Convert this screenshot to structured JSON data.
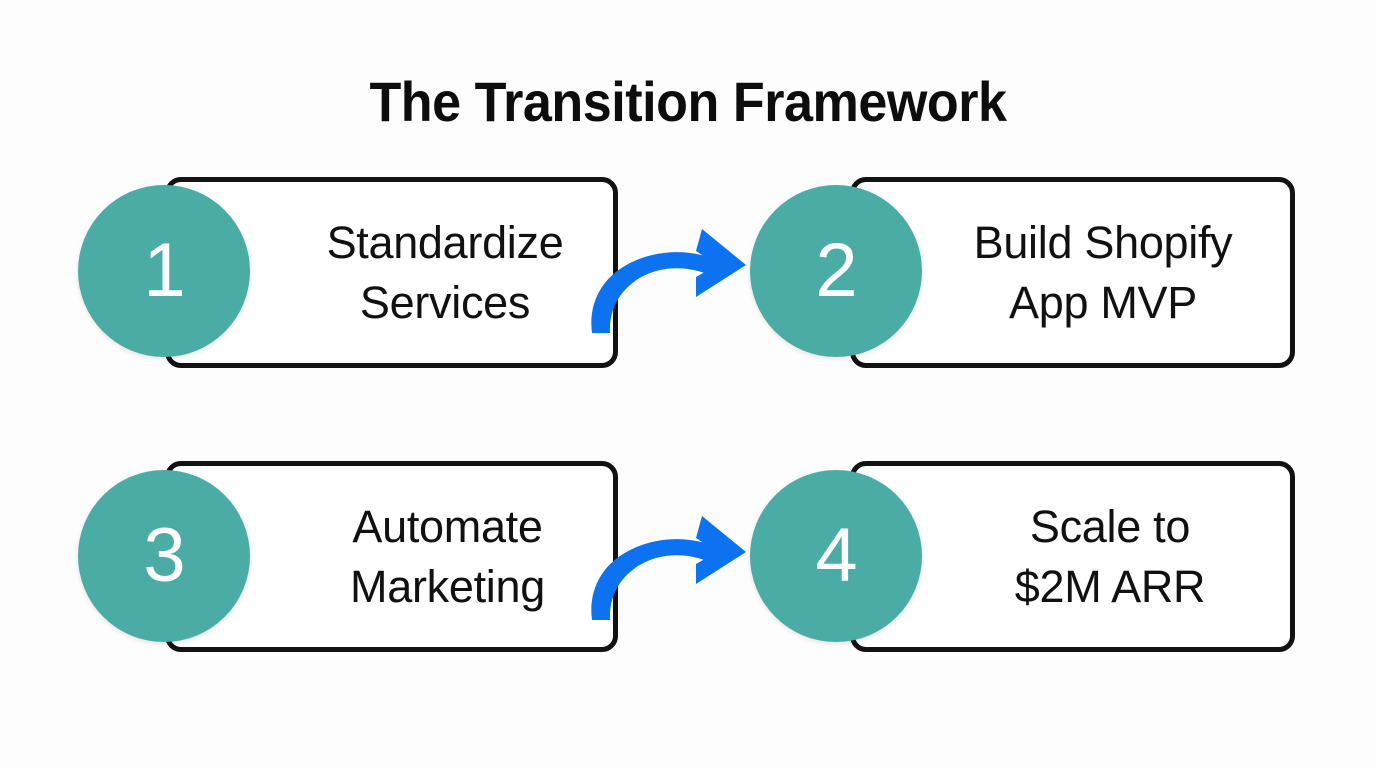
{
  "page": {
    "title": "The Transition Framework",
    "background_color": "#fdfdfd"
  },
  "theme": {
    "badge_color": "#4aaca5",
    "badge_text_color": "#ffffff",
    "card_border_color": "#121212",
    "card_fill_color": "#ffffff",
    "arrow_color": "#0d72f0",
    "text_color": "#111111"
  },
  "steps": [
    {
      "number": "1",
      "line1": "Standardize",
      "line2": "Services"
    },
    {
      "number": "2",
      "line1": "Build Shopify",
      "line2": "App MVP"
    },
    {
      "number": "3",
      "line1": "Automate",
      "line2": "Marketing"
    },
    {
      "number": "4",
      "line1": "Scale to",
      "line2": "$2M ARR"
    }
  ],
  "connectors": [
    {
      "from": "1",
      "to": "2",
      "shape": "curved-arrow-right"
    },
    {
      "from": "3",
      "to": "4",
      "shape": "curved-arrow-right"
    }
  ]
}
